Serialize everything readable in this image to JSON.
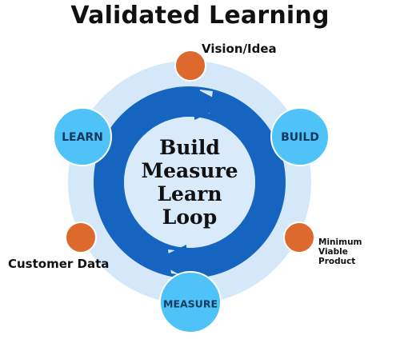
{
  "title": "Validated Learning",
  "center": {
    "line1": "Build",
    "line2": "Measure",
    "line3": "Learn",
    "line4": "Loop"
  },
  "nodes": {
    "learn": "LEARN",
    "build": "BUILD",
    "measure": "MEASURE"
  },
  "markers": {
    "vision": "Vision/Idea",
    "customer_data": "Customer Data",
    "mvp": {
      "line1": "Minimum",
      "line2": "Viable",
      "line3": "Product"
    }
  },
  "colors": {
    "halo": "#d4e8fa",
    "ring": "#1565c0",
    "ring_inner": "#d9eafb",
    "node": "#4fc3f7",
    "node_border": "#ffffff",
    "marker": "#dd6a2c",
    "marker_border": "#ffffff"
  }
}
